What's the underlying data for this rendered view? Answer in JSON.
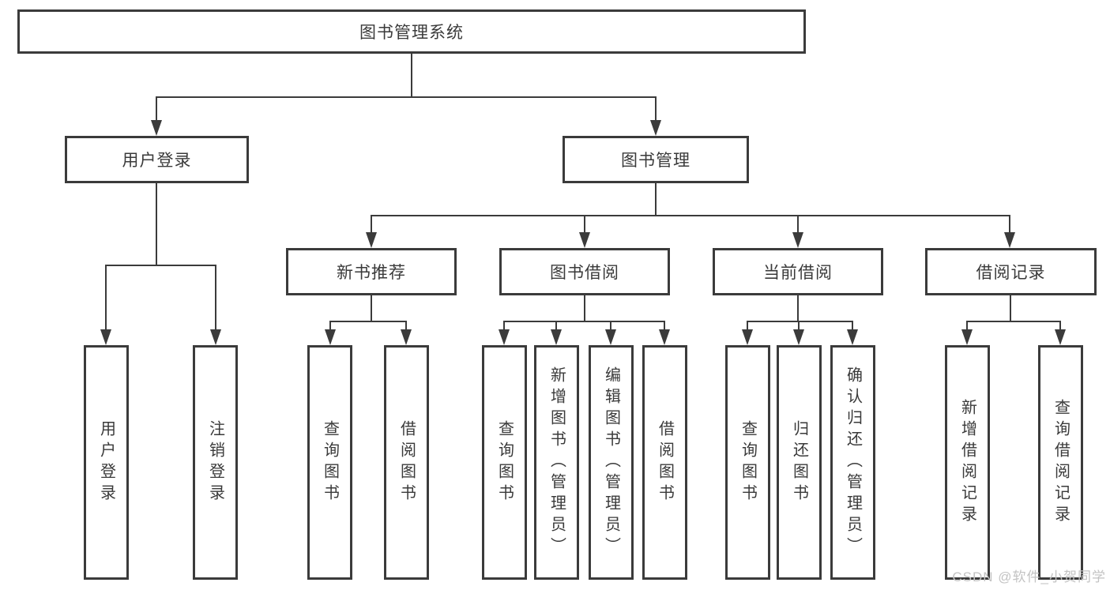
{
  "tree": {
    "label": "图书管理系统",
    "children": [
      {
        "label": "用户登录",
        "children": [
          {
            "label": "用户登录"
          },
          {
            "label": "注销登录"
          }
        ]
      },
      {
        "label": "图书管理",
        "children": [
          {
            "label": "新书推荐",
            "children": [
              {
                "label": "查询图书"
              },
              {
                "label": "借阅图书"
              }
            ]
          },
          {
            "label": "图书借阅",
            "children": [
              {
                "label": "查询图书"
              },
              {
                "label": "新增图书（管理员）"
              },
              {
                "label": "编辑图书（管理员）"
              },
              {
                "label": "借阅图书"
              }
            ]
          },
          {
            "label": "当前借阅",
            "children": [
              {
                "label": "查询图书"
              },
              {
                "label": "归还图书"
              },
              {
                "label": "确认归还（管理员）"
              }
            ]
          },
          {
            "label": "借阅记录",
            "children": [
              {
                "label": "新增借阅记录"
              },
              {
                "label": "查询借阅记录"
              }
            ]
          }
        ]
      }
    ]
  },
  "watermark": {
    "text": "CSDN @软件_小贺同学"
  },
  "colors": {
    "line": "#3b3b3b",
    "text": "#3a3a3a",
    "background": "#ffffff",
    "watermark": "#c3c3c3"
  }
}
